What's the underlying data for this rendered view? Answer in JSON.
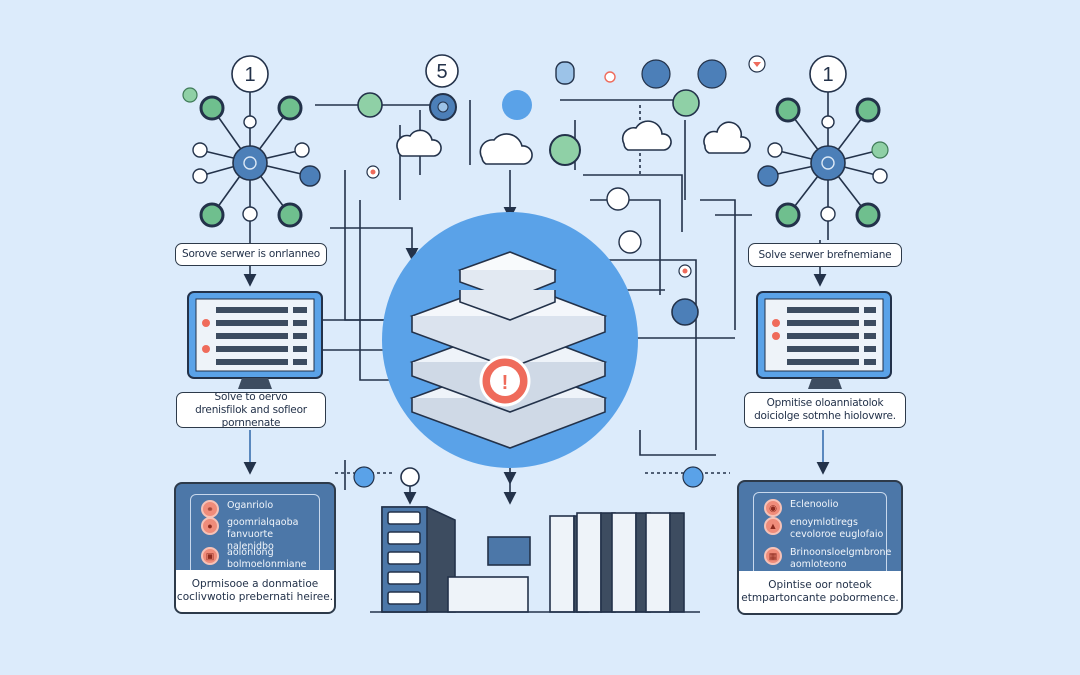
{
  "diagram": {
    "title": "Server performance troubleshooting network diagram",
    "colors": {
      "background": "#dcebfb",
      "accent_blue": "#5aa2e8",
      "node_green": "#6fbf8e",
      "alert_red": "#ef6b5b",
      "line_dark": "#23324a",
      "panel_blue": "#4c77a8"
    },
    "hubs": {
      "left": {
        "badge": "1"
      },
      "center": {
        "badge": "5"
      },
      "right": {
        "badge": "1"
      }
    },
    "labels": {
      "left_top": "Sorove serwer is onrlanneo",
      "right_top": "Solve serwer brefnemiane",
      "left_mid": "Solve to oervo drenisfilok and sofleor pornnenate",
      "right_mid": "Opmitise oloanniatolok doiciolge sotmhe hiolovwre."
    },
    "panels": {
      "left": {
        "items": [
          {
            "icon": "link-icon",
            "text": "Oganriolo"
          },
          {
            "icon": "drop-icon",
            "text": "goomrialqaoba fanvuorte nalenidbo"
          },
          {
            "icon": "gift-icon",
            "text": "aolonlong bolmoelonmiane"
          }
        ],
        "footer": "Oprmisooe a donmatioe coclivwotio prebernati heiree."
      },
      "right": {
        "items": [
          {
            "icon": "target-icon",
            "text": "Eclenoolio"
          },
          {
            "icon": "lock-icon",
            "text": "enoymlotiregs cevoloroe euglofaio"
          },
          {
            "icon": "grid-icon",
            "text": "Brinoonsloelgmbrone aomloteono"
          }
        ],
        "footer": "Opintise oor noteok etmpartoncante pobormence."
      }
    },
    "alert": {
      "icon": "exclamation-icon",
      "state": "warning"
    }
  }
}
